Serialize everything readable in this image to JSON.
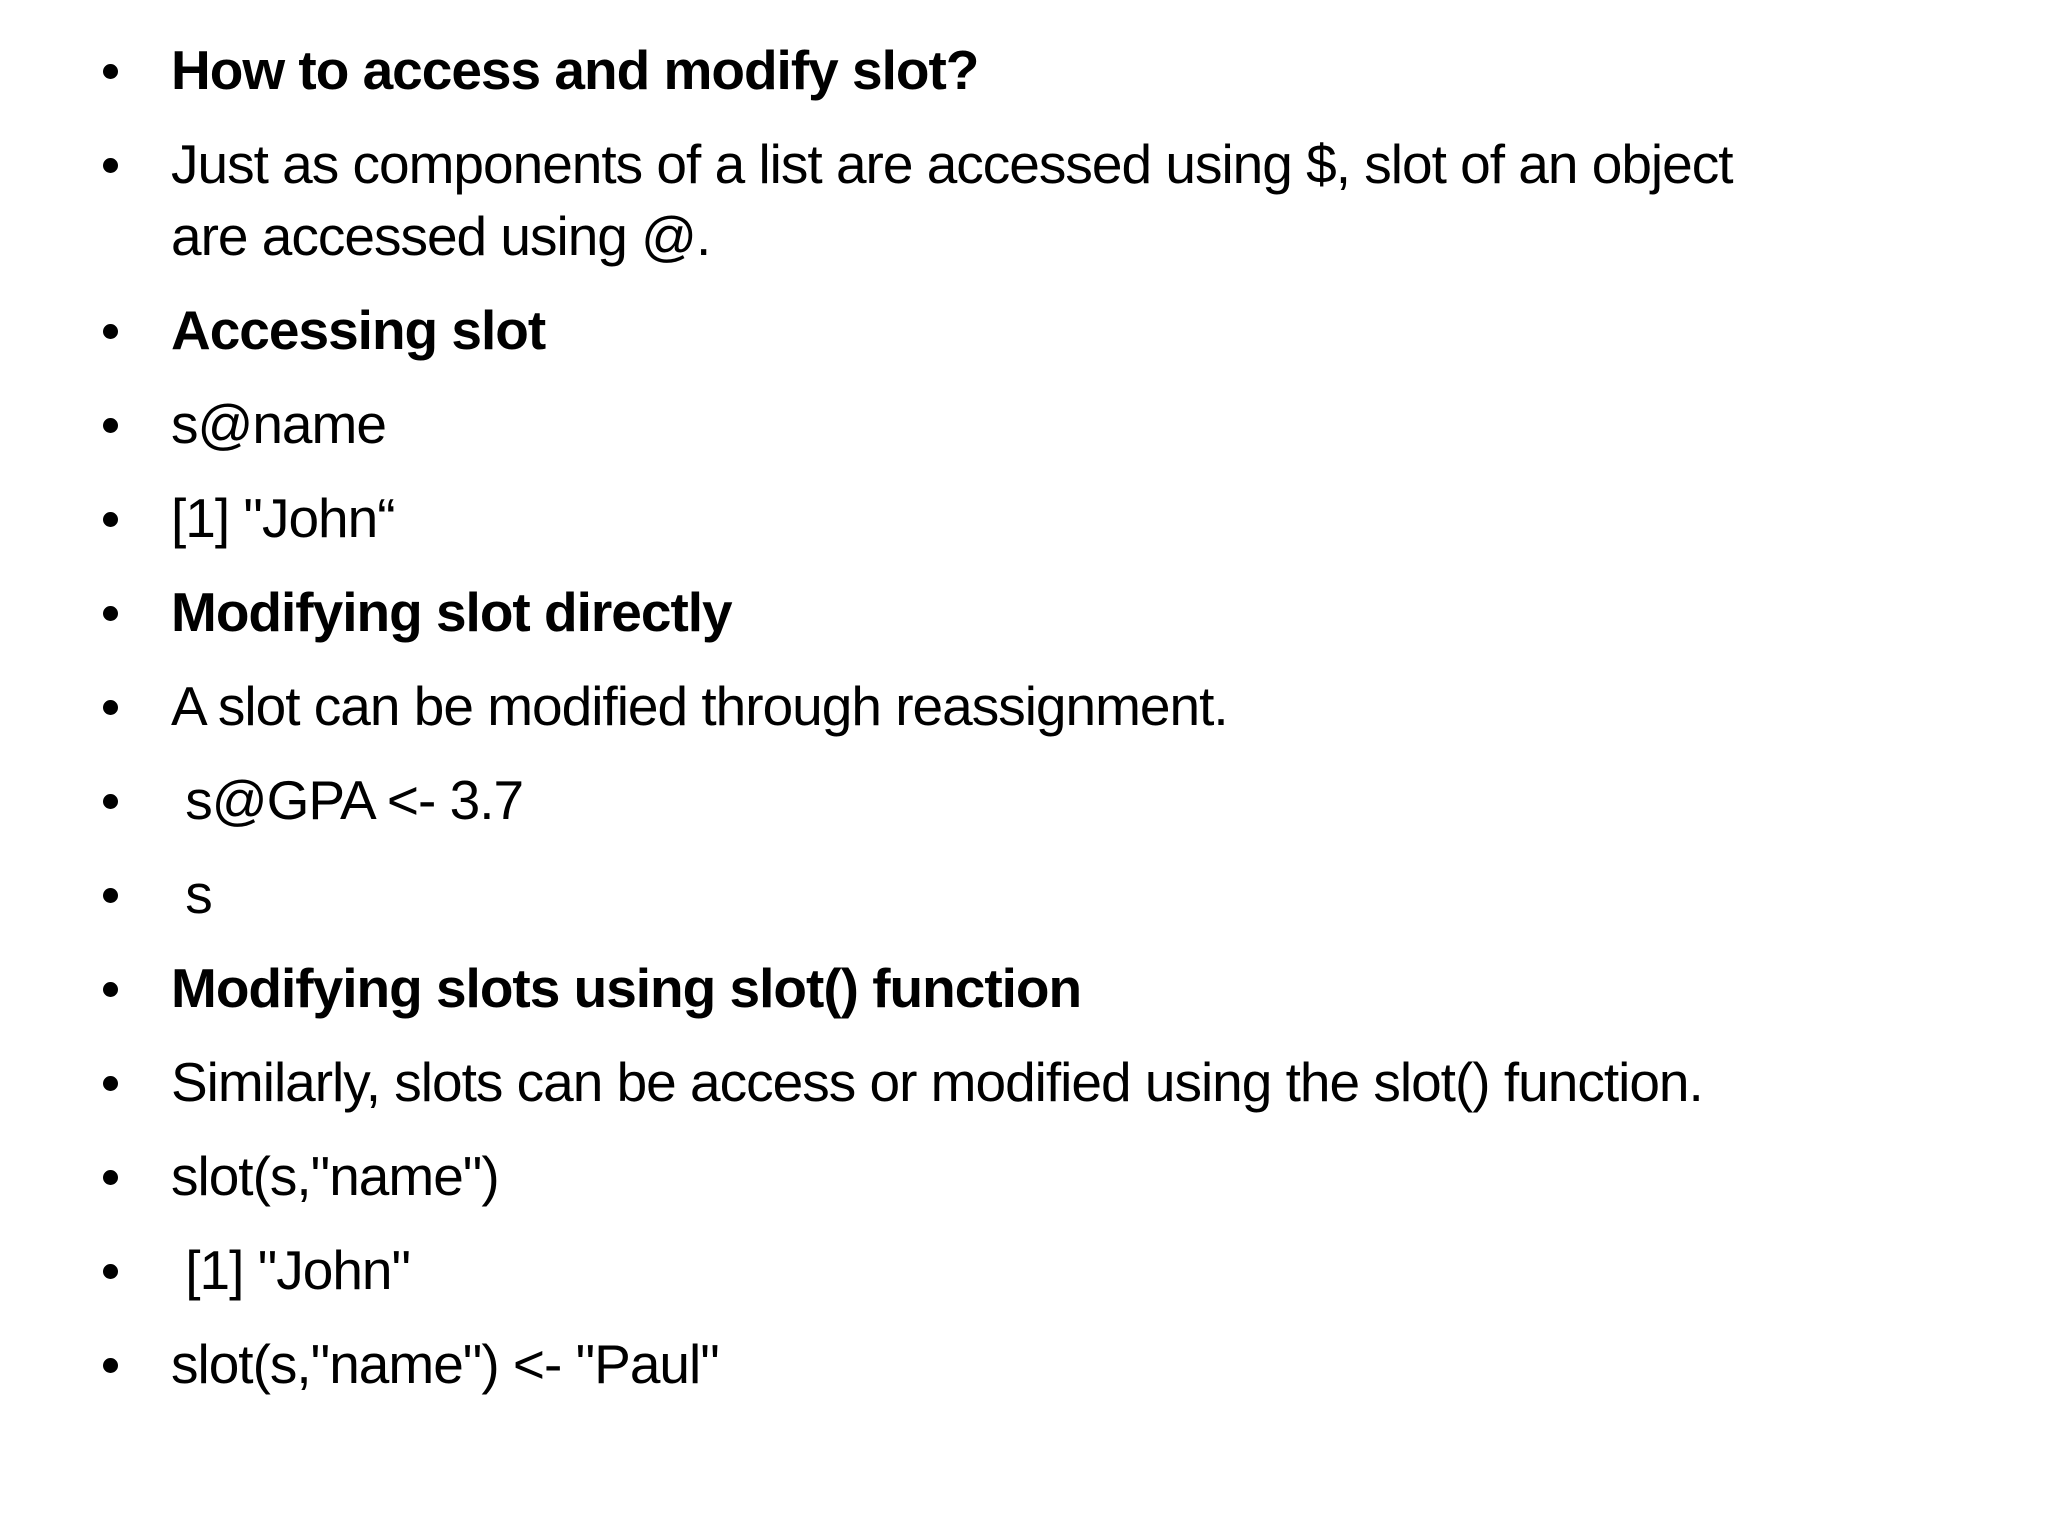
{
  "page": {
    "background_color": "#ffffff",
    "text_color": "#000000",
    "bullet_color": "#000000"
  },
  "bullets": [
    {
      "text": "How to access and modify slot?",
      "bold": true
    },
    {
      "text": "Just as components of a list are accessed using $, slot of an object\nare accessed using @.",
      "bold": false
    },
    {
      "text": "Accessing slot",
      "bold": true
    },
    {
      "text": "s@name",
      "bold": false
    },
    {
      "text": "[1] \"John“",
      "bold": false
    },
    {
      "text": "Modifying slot directly",
      "bold": true
    },
    {
      "text": "A slot can be modified through reassignment.",
      "bold": false
    },
    {
      "text": " s@GPA <- 3.7",
      "bold": false
    },
    {
      "text": " s",
      "bold": false
    },
    {
      "text": "Modifying slots using slot() function",
      "bold": true
    },
    {
      "text": "Similarly, slots can be access or modified using the slot() function.",
      "bold": false
    },
    {
      "text": "slot(s,\"name\")",
      "bold": false
    },
    {
      "text": " [1] \"John\"",
      "bold": false
    },
    {
      "text": "slot(s,\"name\") <- \"Paul\"",
      "bold": false
    }
  ]
}
